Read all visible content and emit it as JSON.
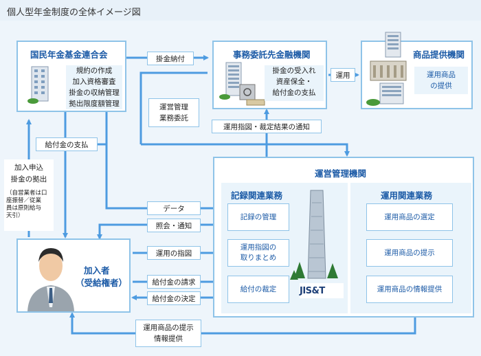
{
  "title": "個人型年金制度の全体イメージ図",
  "colors": {
    "line": "#4d9be0",
    "border": "#8ec3e8",
    "title": "#1b5aa6",
    "panel": "#eef5fb"
  },
  "kokumin": {
    "title": "国民年金基金連合会",
    "items": [
      "規約の作成",
      "加入資格審査",
      "掛金の収納管理",
      "拠出限度額管理"
    ]
  },
  "jimu": {
    "title": "事務委託先金融機関",
    "items": [
      "掛金の受入れ",
      "資産保全・",
      "給付金の支払"
    ]
  },
  "shohin": {
    "title": "商品提供機関",
    "items": [
      "運用商品",
      "の提供"
    ]
  },
  "unei": {
    "title": "運営管理機関",
    "kiroku": {
      "title": "記録関連業務",
      "items": [
        [
          "記録の管理"
        ],
        [
          "運用指図の",
          "取りまとめ"
        ],
        [
          "給付の裁定"
        ]
      ]
    },
    "unyo": {
      "title": "運用関連業務",
      "items": [
        "運用商品の選定",
        "運用商品の提示",
        "運用商品の情報提供"
      ]
    }
  },
  "kanyu": {
    "title": "加入者",
    "subtitle": "（受給権者）"
  },
  "labels": {
    "kakekin_nofu": "掛金納付",
    "unyo": "運用",
    "unei_kanri": [
      "運営管理",
      "業務委託"
    ],
    "shizu_tsuchi": "運用指図・裁定結果の通知",
    "kyufu_shiharai": "給付金の支払",
    "kanyu_moushikomi": [
      "加入申込",
      "掛金の拠出"
    ],
    "kanyu_note": [
      "（自営業者は口",
      "座振替／従業",
      "員は原則給与",
      "天引）"
    ],
    "data": "データ",
    "shokai": "照会・通知",
    "unyo_shizu": "運用の指図",
    "kyufu_seikyu": "給付金の請求",
    "kyufu_kettei": "給付金の決定",
    "teiji_joho": [
      "運用商品の提示",
      "情報提供"
    ]
  },
  "logo": {
    "text": "JIS&T"
  }
}
